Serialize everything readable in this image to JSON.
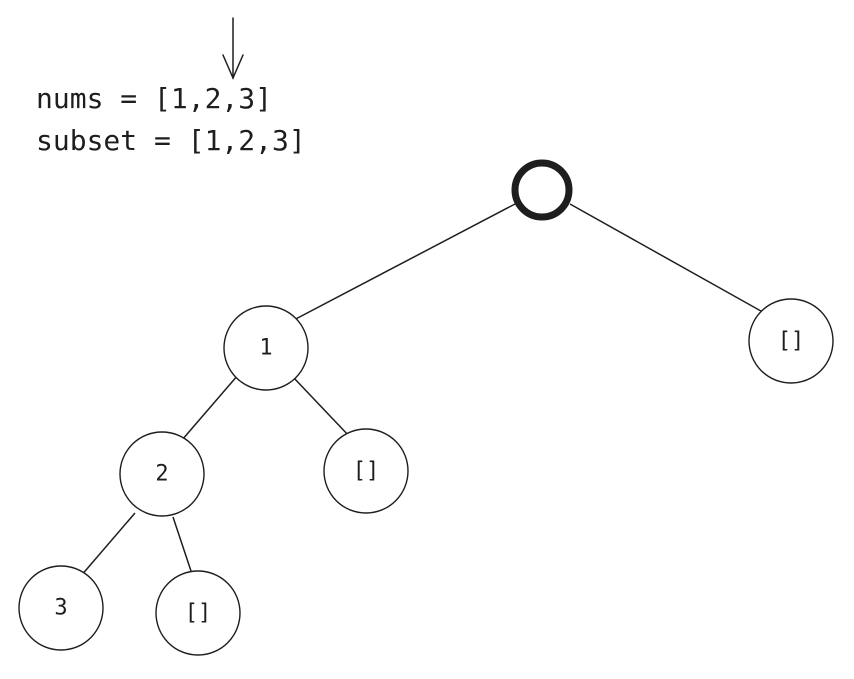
{
  "caption": {
    "nums_line": "nums = [1,2,3]",
    "subset_line": "subset = [1,2,3]"
  },
  "tree": {
    "root_label": "",
    "level1_left": "1",
    "level1_right": "[]",
    "level2_left": "2",
    "level2_right": "[]",
    "level3_left": "3",
    "level3_right": "[]"
  },
  "colors": {
    "ink": "#1e1e1e",
    "background": "#ffffff"
  }
}
